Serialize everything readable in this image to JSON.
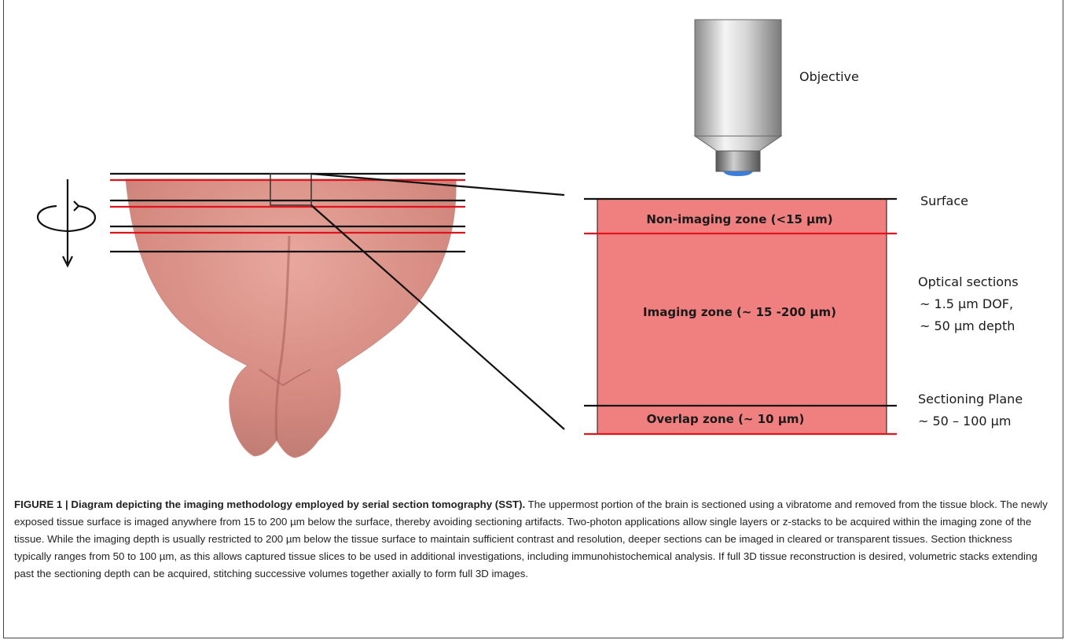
{
  "labels": {
    "objective": "Objective",
    "surface": "Surface",
    "optical_sections": [
      "Optical sections",
      "~ 1.5 µm DOF,",
      "~ 50 µm depth"
    ],
    "sectioning_plane": [
      "Sectioning Plane",
      "~ 50 – 100 µm"
    ]
  },
  "zones": {
    "non_imaging": "Non-imaging zone (<15 µm)",
    "imaging": "Imaging zone (~ 15 -200 µm)",
    "overlap": "Overlap zone (~ 10 µm)"
  },
  "caption": {
    "title": "FIGURE 1 | Diagram depicting the imaging methodology employed by serial section tomography (SST).",
    "body": " The uppermost portion of the brain is sectioned using a vibratome and removed from the tissue block. The newly exposed tissue surface is imaged anywhere from 15 to 200 µm below the surface, thereby avoiding sectioning artifacts. Two-photon applications allow single layers or z-stacks to be acquired within the imaging zone of the tissue. While the imaging depth is usually restricted to 200 µm below the tissue surface to maintain sufficient contrast and resolution, deeper sections can be imaged in cleared or transparent tissues. Section thickness typically ranges from 50 to 100 µm, as this allows captured tissue slices to be used in additional investigations, including immunohistochemical analysis. If full 3D tissue reconstruction is desired, volumetric stacks extending past the sectioning depth can be acquired, stitching successive volumes together axially to form full 3D images."
  },
  "colors": {
    "zone_fill": "#f08080",
    "tissue": "#d98a80",
    "red_line": "#e0141c",
    "black_line": "#111111",
    "lens_tip": "#3b7ed8"
  }
}
